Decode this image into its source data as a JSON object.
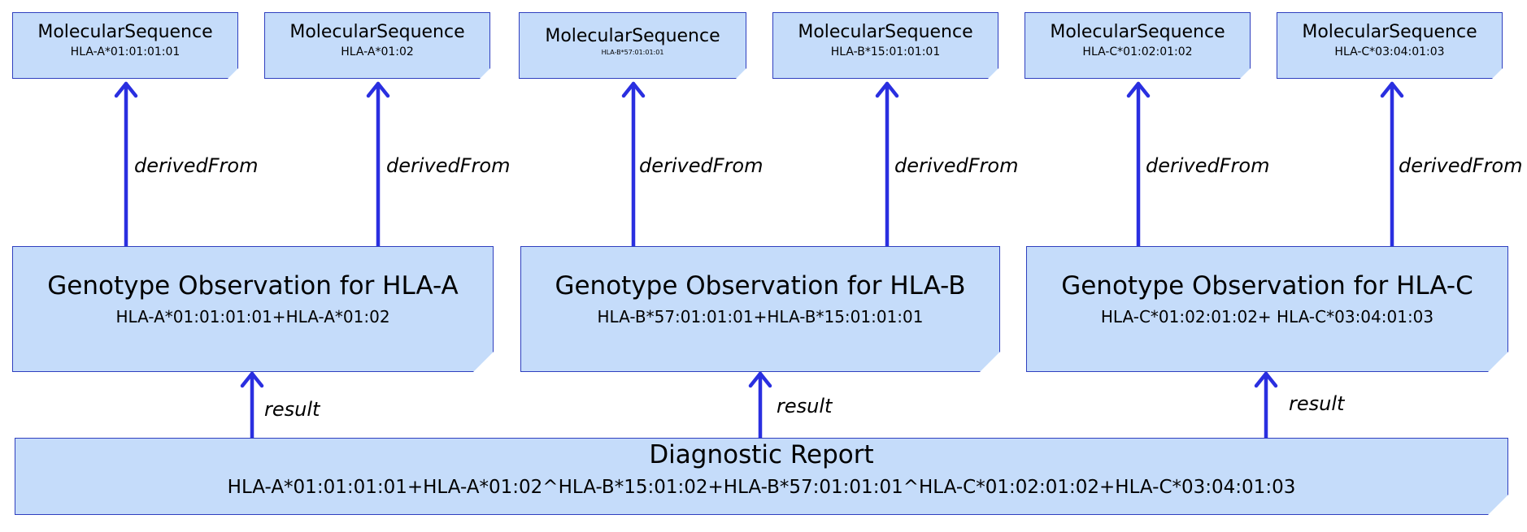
{
  "sequences": [
    {
      "title": "MolecularSequence",
      "allele": "HLA-A*01:01:01:01"
    },
    {
      "title": "MolecularSequence",
      "allele": "HLA-A*01:02"
    },
    {
      "title": "MolecularSequence",
      "allele": "HLA-B*57:01:01:01"
    },
    {
      "title": "MolecularSequence",
      "allele": "HLA-B*15:01:01:01"
    },
    {
      "title": "MolecularSequence",
      "allele": "HLA-C*01:02:01:02"
    },
    {
      "title": "MolecularSequence",
      "allele": "HLA-C*03:04:01:03"
    }
  ],
  "genotypes": [
    {
      "title": "Genotype Observation for HLA-A",
      "value": "HLA-A*01:01:01:01+HLA-A*01:02"
    },
    {
      "title": "Genotype Observation for HLA-B",
      "value": "HLA-B*57:01:01:01+HLA-B*15:01:01:01"
    },
    {
      "title": "Genotype Observation for HLA-C",
      "value": "HLA-C*01:02:01:02+ HLA-C*03:04:01:03"
    }
  ],
  "report": {
    "title": "Diagnostic Report",
    "value": "HLA-A*01:01:01:01+HLA-A*01:02^HLA-B*15:01:02+HLA-B*57:01:01:01^HLA-C*01:02:01:02+HLA-C*03:04:01:03"
  },
  "edges": {
    "derived_label": "derivedFrom",
    "result_label": "result"
  },
  "colors": {
    "box_fill": "#c5dcfa",
    "box_border": "#2f3fbf",
    "arrow": "#2a2fe0"
  }
}
